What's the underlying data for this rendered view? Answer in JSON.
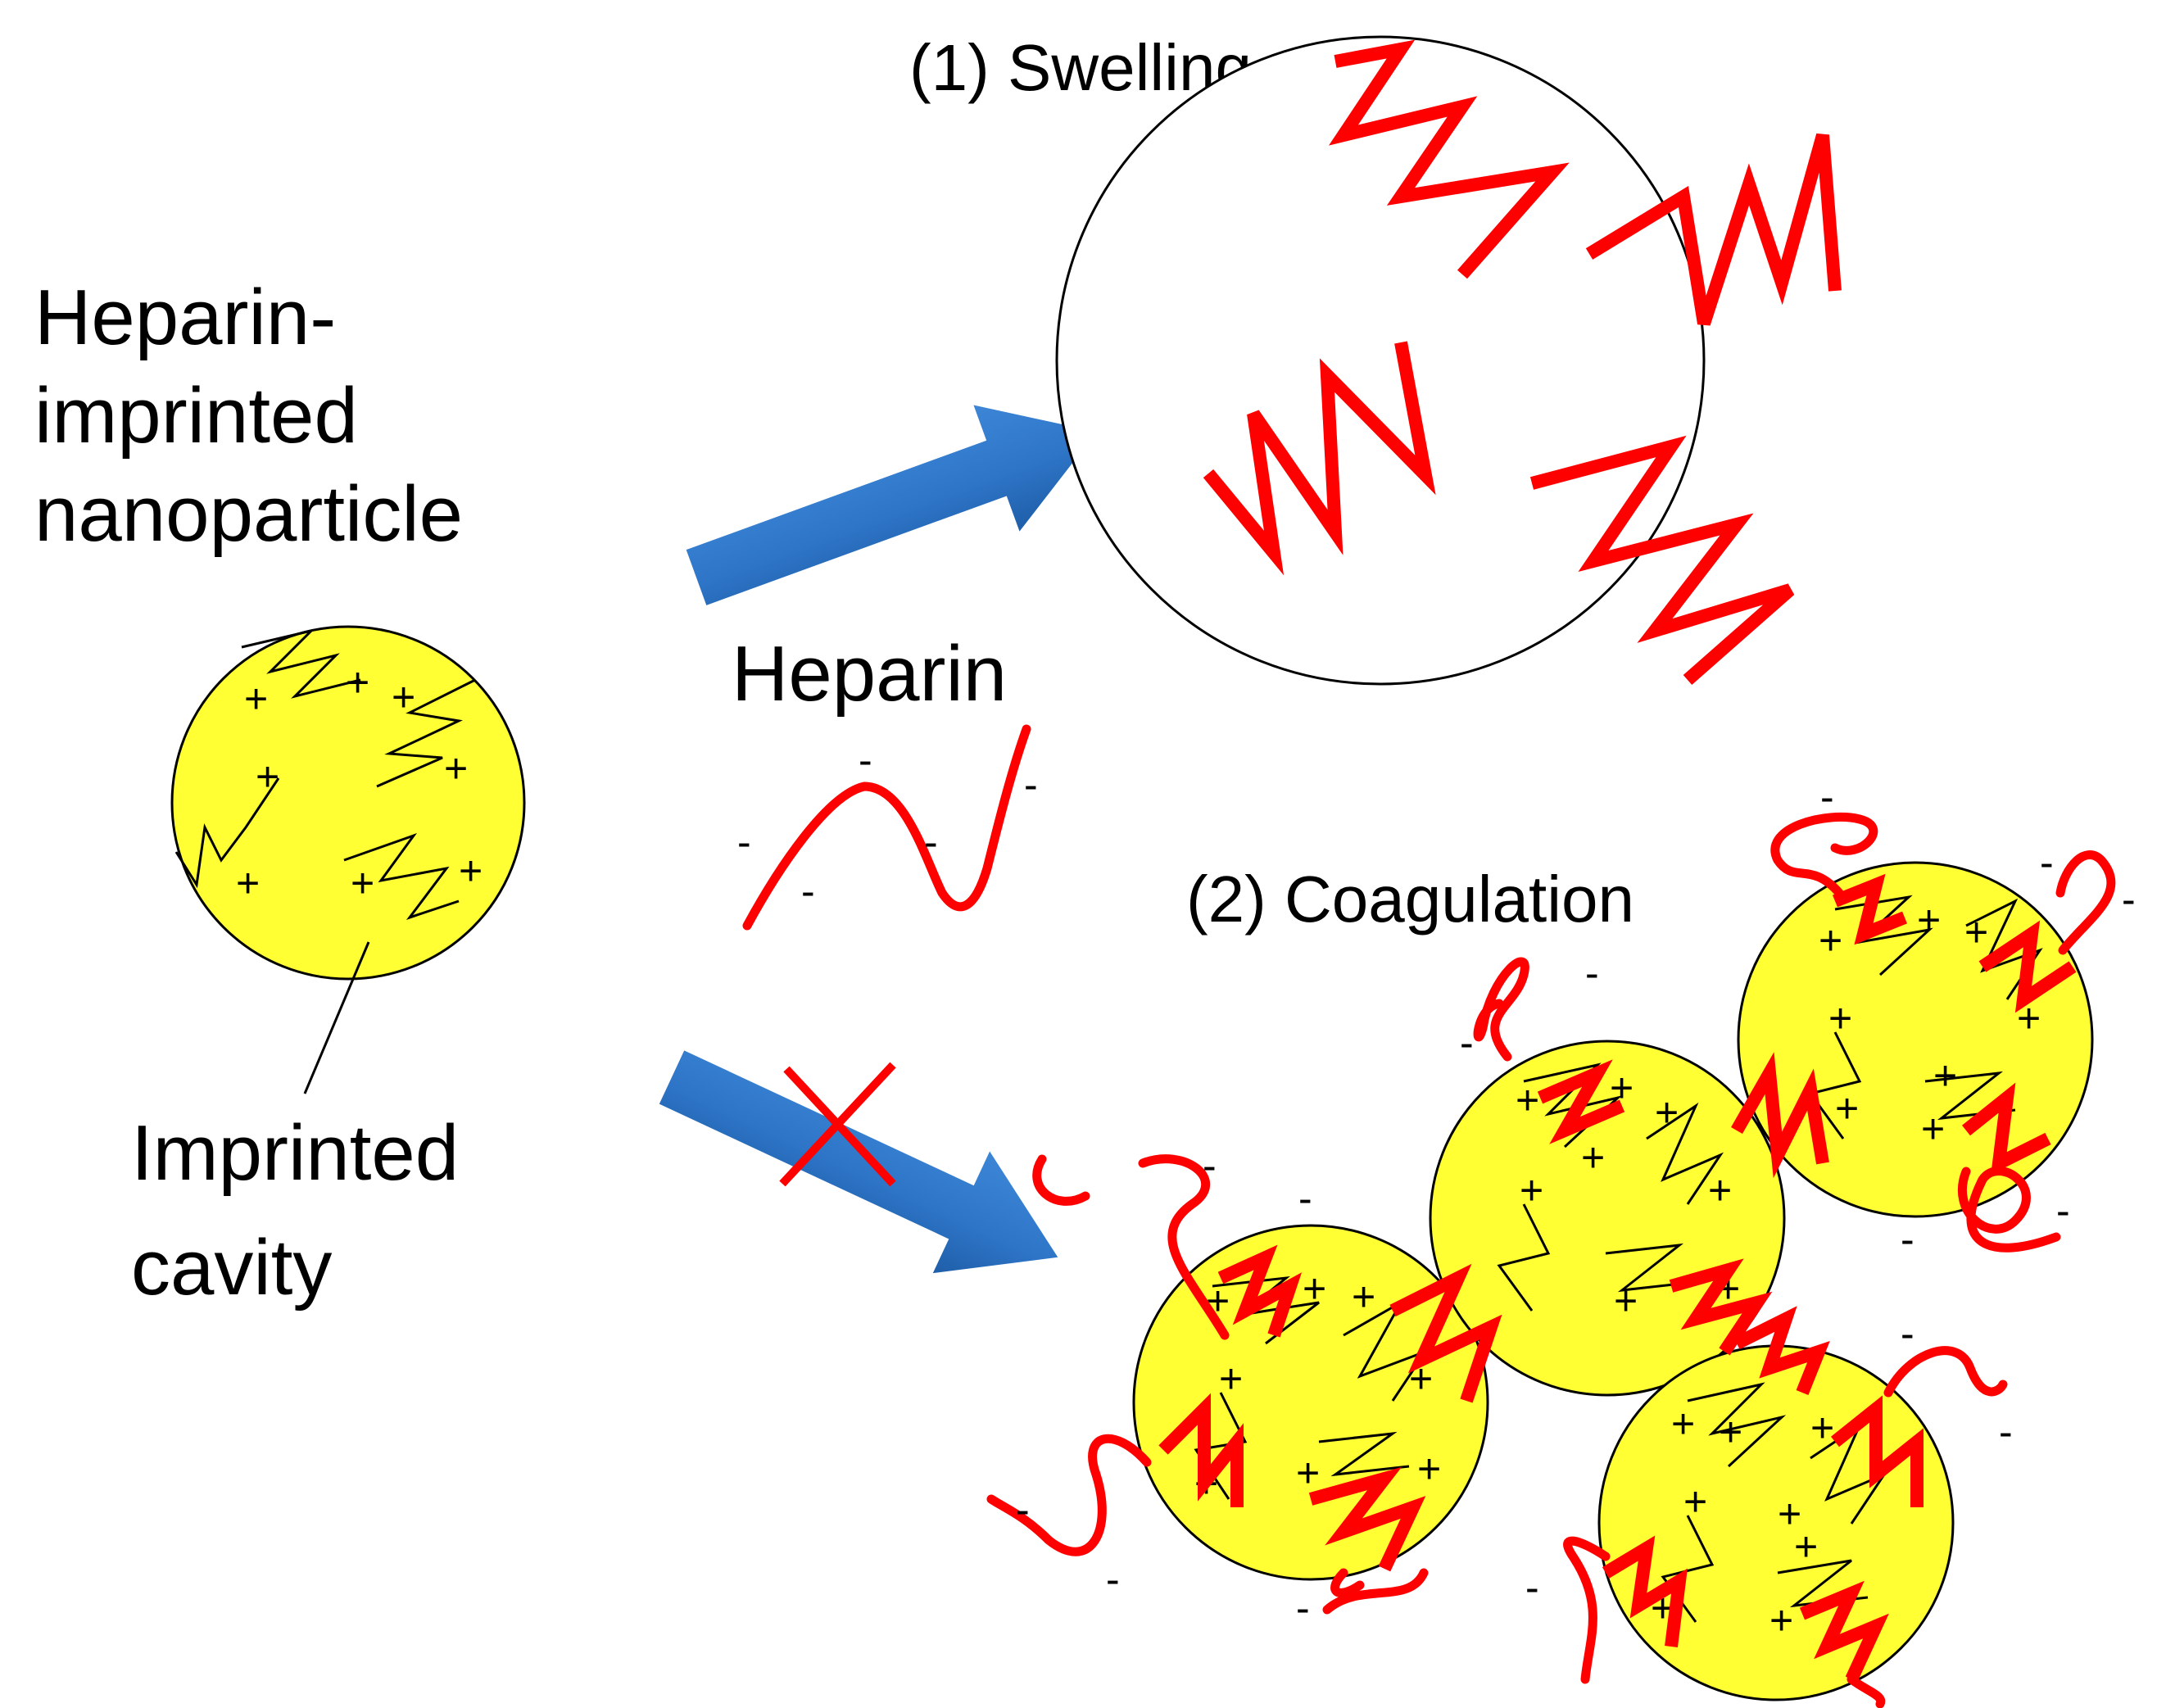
{
  "labels": {
    "nanoparticle": [
      "Heparin-",
      "imprinted",
      "nanoparticle"
    ],
    "heparin": "Heparin",
    "cavity": [
      "Imprinted",
      "cavity"
    ],
    "swelling": "(1) Swelling",
    "coagulation": "(2) Coagulation"
  },
  "signs": {
    "plus": "+",
    "minus": "-"
  },
  "colors": {
    "particle_fill": "#ffff33",
    "heparin": "#ff0000",
    "arrow": "#2e75c8",
    "outline": "#000000"
  },
  "icons": {
    "arrow_up": "block-arrow-right",
    "arrow_down": "block-arrow-right",
    "blocked": "red-x-cross"
  }
}
